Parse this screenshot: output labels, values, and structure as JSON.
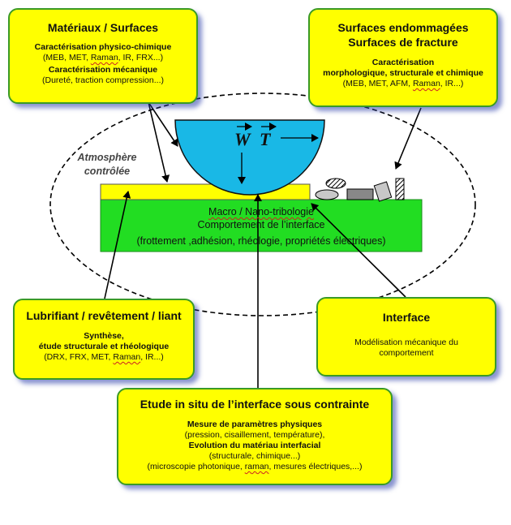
{
  "boxes": {
    "materiaux": {
      "title": "Matériaux / Surfaces",
      "sub1": "Caractérisation physico-chimique",
      "det1_pre": "(MEB, MET, ",
      "det1_sq": "Raman",
      "det1_post": ", IR, FRX...)",
      "sub2": "Caractérisation mécanique",
      "det2": "(Dureté, traction compression...)"
    },
    "endommagees": {
      "title1": "Surfaces endommagées",
      "title2": "Surfaces de fracture",
      "sub1": "Caractérisation",
      "sub2": "morphologique, structurale et chimique",
      "det_pre": "(MEB, MET, AFM, ",
      "det_sq": "Raman",
      "det_post": ", IR...)"
    },
    "lubrifiant": {
      "title": "Lubrifiant / revêtement / liant",
      "sub1": "Synthèse,",
      "sub2": "étude structurale et rhéologique",
      "det_pre": "(DRX, FRX, MET, ",
      "det_sq": "Raman",
      "det_post": ", IR...)"
    },
    "interface": {
      "title": "Interface",
      "det1": "Modélisation mécanique du",
      "det2": "comportement"
    },
    "insitu": {
      "title": "Etude in situ de l’interface sous contrainte",
      "sub1": "Mesure de paramètres physiques",
      "det1": "(pression, cisaillement, température),",
      "sub2": "Evolution du matériau interfacial",
      "det2": "(structurale, chimique...)",
      "det3_pre": "(microscopie photonique, ",
      "det3_sq": "raman",
      "det3_post": ", mesures électriques,...)"
    }
  },
  "center": {
    "atmosphere1": "Atmosphère",
    "atmosphere2": "contrôlée",
    "block_line1": "Macro / Nano-tribologie",
    "block_line2": "Comportement de l’interface",
    "block_line3": "(frottement ,adhésion, rhéologie, propriétés électriques)",
    "vector_w": "W",
    "vector_t": "T"
  },
  "colors": {
    "box_fill": "#ffff00",
    "box_border": "#3a9a26",
    "block_fill": "#22dd22",
    "layer_fill": "#ffff00",
    "hemisphere_fill": "#19b8e6"
  }
}
